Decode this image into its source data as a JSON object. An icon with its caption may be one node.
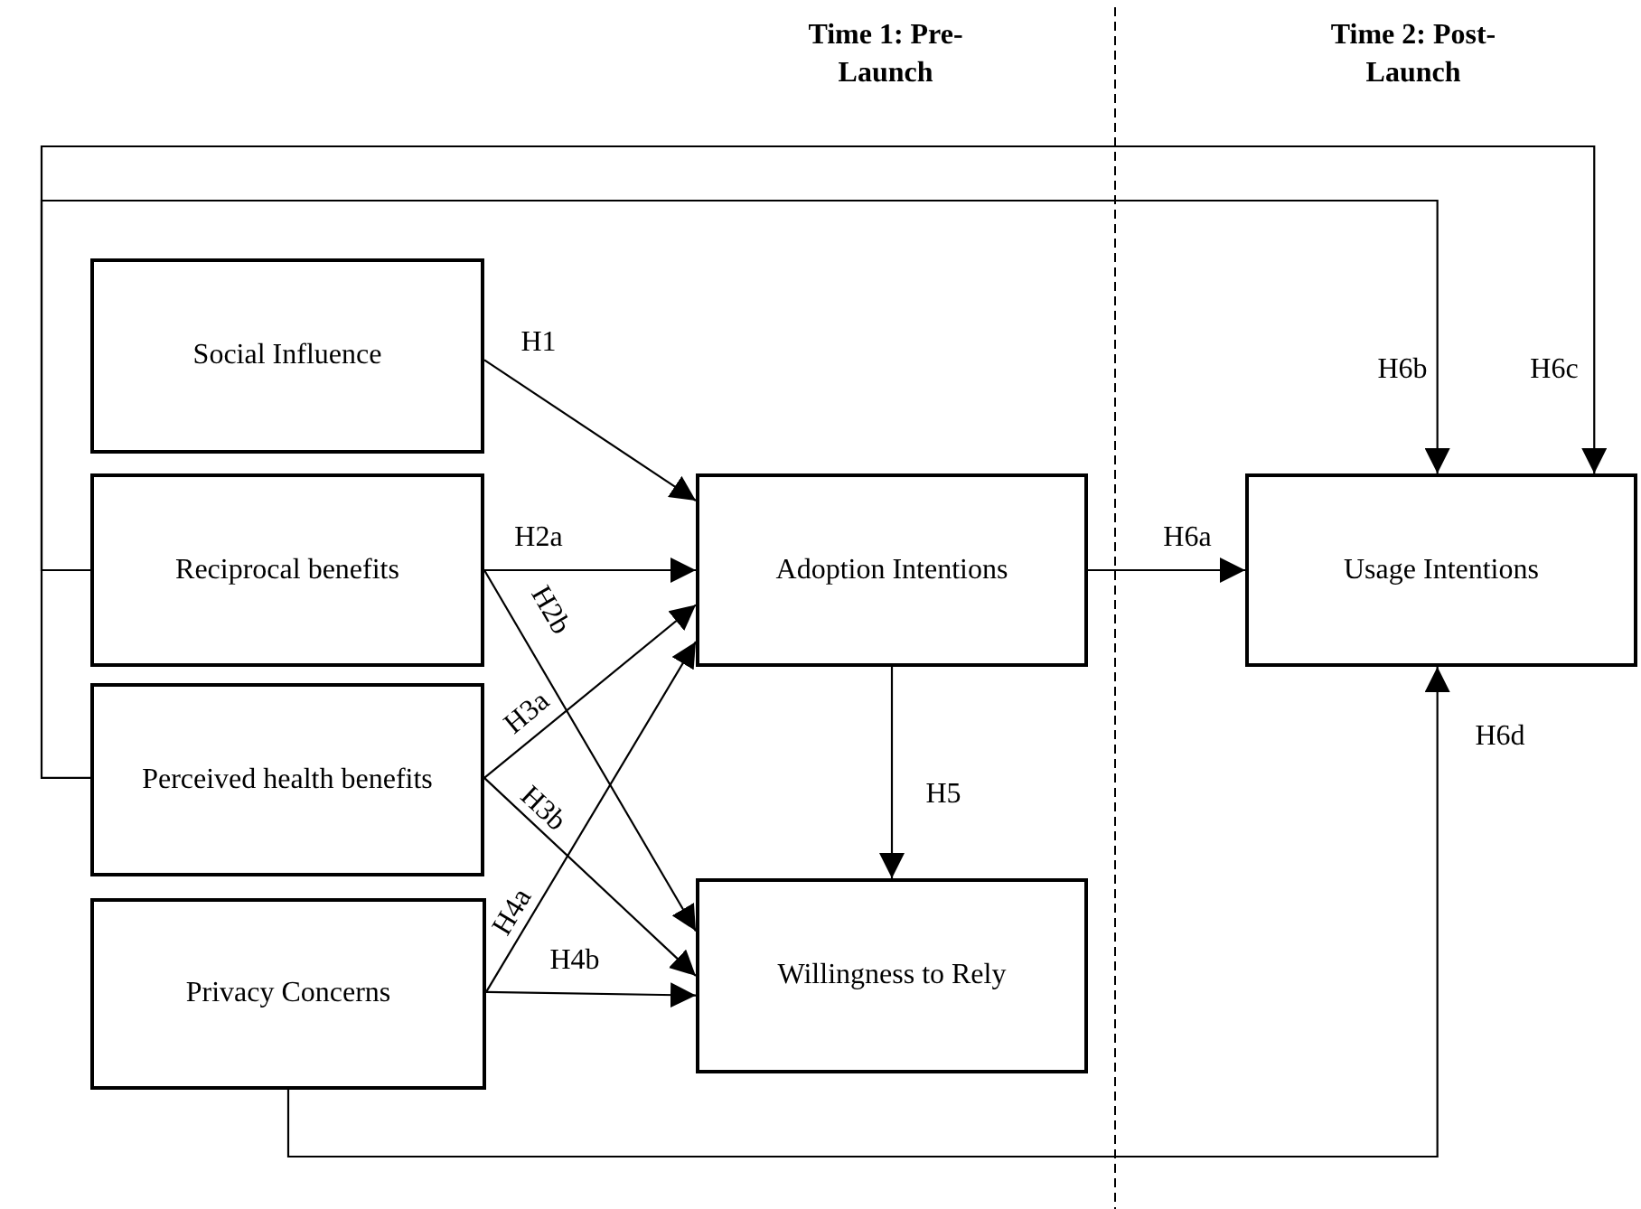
{
  "diagram": {
    "nodes": [
      {
        "text": [
          "Social Influence"
        ]
      },
      {
        "text": [
          "Reciprocal benefits"
        ]
      },
      {
        "text": [
          "Perceived health benefits"
        ]
      },
      {
        "text": [
          "Privacy Concerns"
        ]
      },
      {
        "text": [
          "Adoption Intentions"
        ]
      },
      {
        "text": [
          "Willingness to Rely"
        ]
      },
      {
        "text": [
          "Usage Intentions"
        ]
      }
    ],
    "edges": [
      {
        "from": 0,
        "to": 4,
        "arrow": "to",
        "label": "H1"
      },
      {
        "from": 1,
        "to": 4,
        "arrow": "to",
        "label": "H2a"
      },
      {
        "from": 1,
        "to": 5,
        "arrow": "to",
        "label": "H2b"
      },
      {
        "from": 2,
        "to": 4,
        "arrow": "to",
        "label": "H3a"
      },
      {
        "from": 2,
        "to": 5,
        "arrow": "to",
        "label": "H3b"
      },
      {
        "from": 3,
        "to": 4,
        "arrow": "to",
        "label": "H4a"
      },
      {
        "from": 3,
        "to": 5,
        "arrow": "to",
        "label": "H4b"
      },
      {
        "from": 4,
        "to": 5,
        "arrow": "to",
        "label": "H5"
      },
      {
        "from": 4,
        "to": 6,
        "arrow": "to",
        "label": "H6a"
      },
      {
        "from": 1,
        "to": 6,
        "arrow": "to",
        "label": "H6b"
      },
      {
        "from": 2,
        "to": 6,
        "arrow": "to",
        "label": "H6c"
      },
      {
        "from": 3,
        "to": 6,
        "arrow": "to",
        "label": "H6d"
      }
    ],
    "labels": [
      "Time 1: Pre- Launch",
      "Time 2: Post- Launch"
    ]
  }
}
